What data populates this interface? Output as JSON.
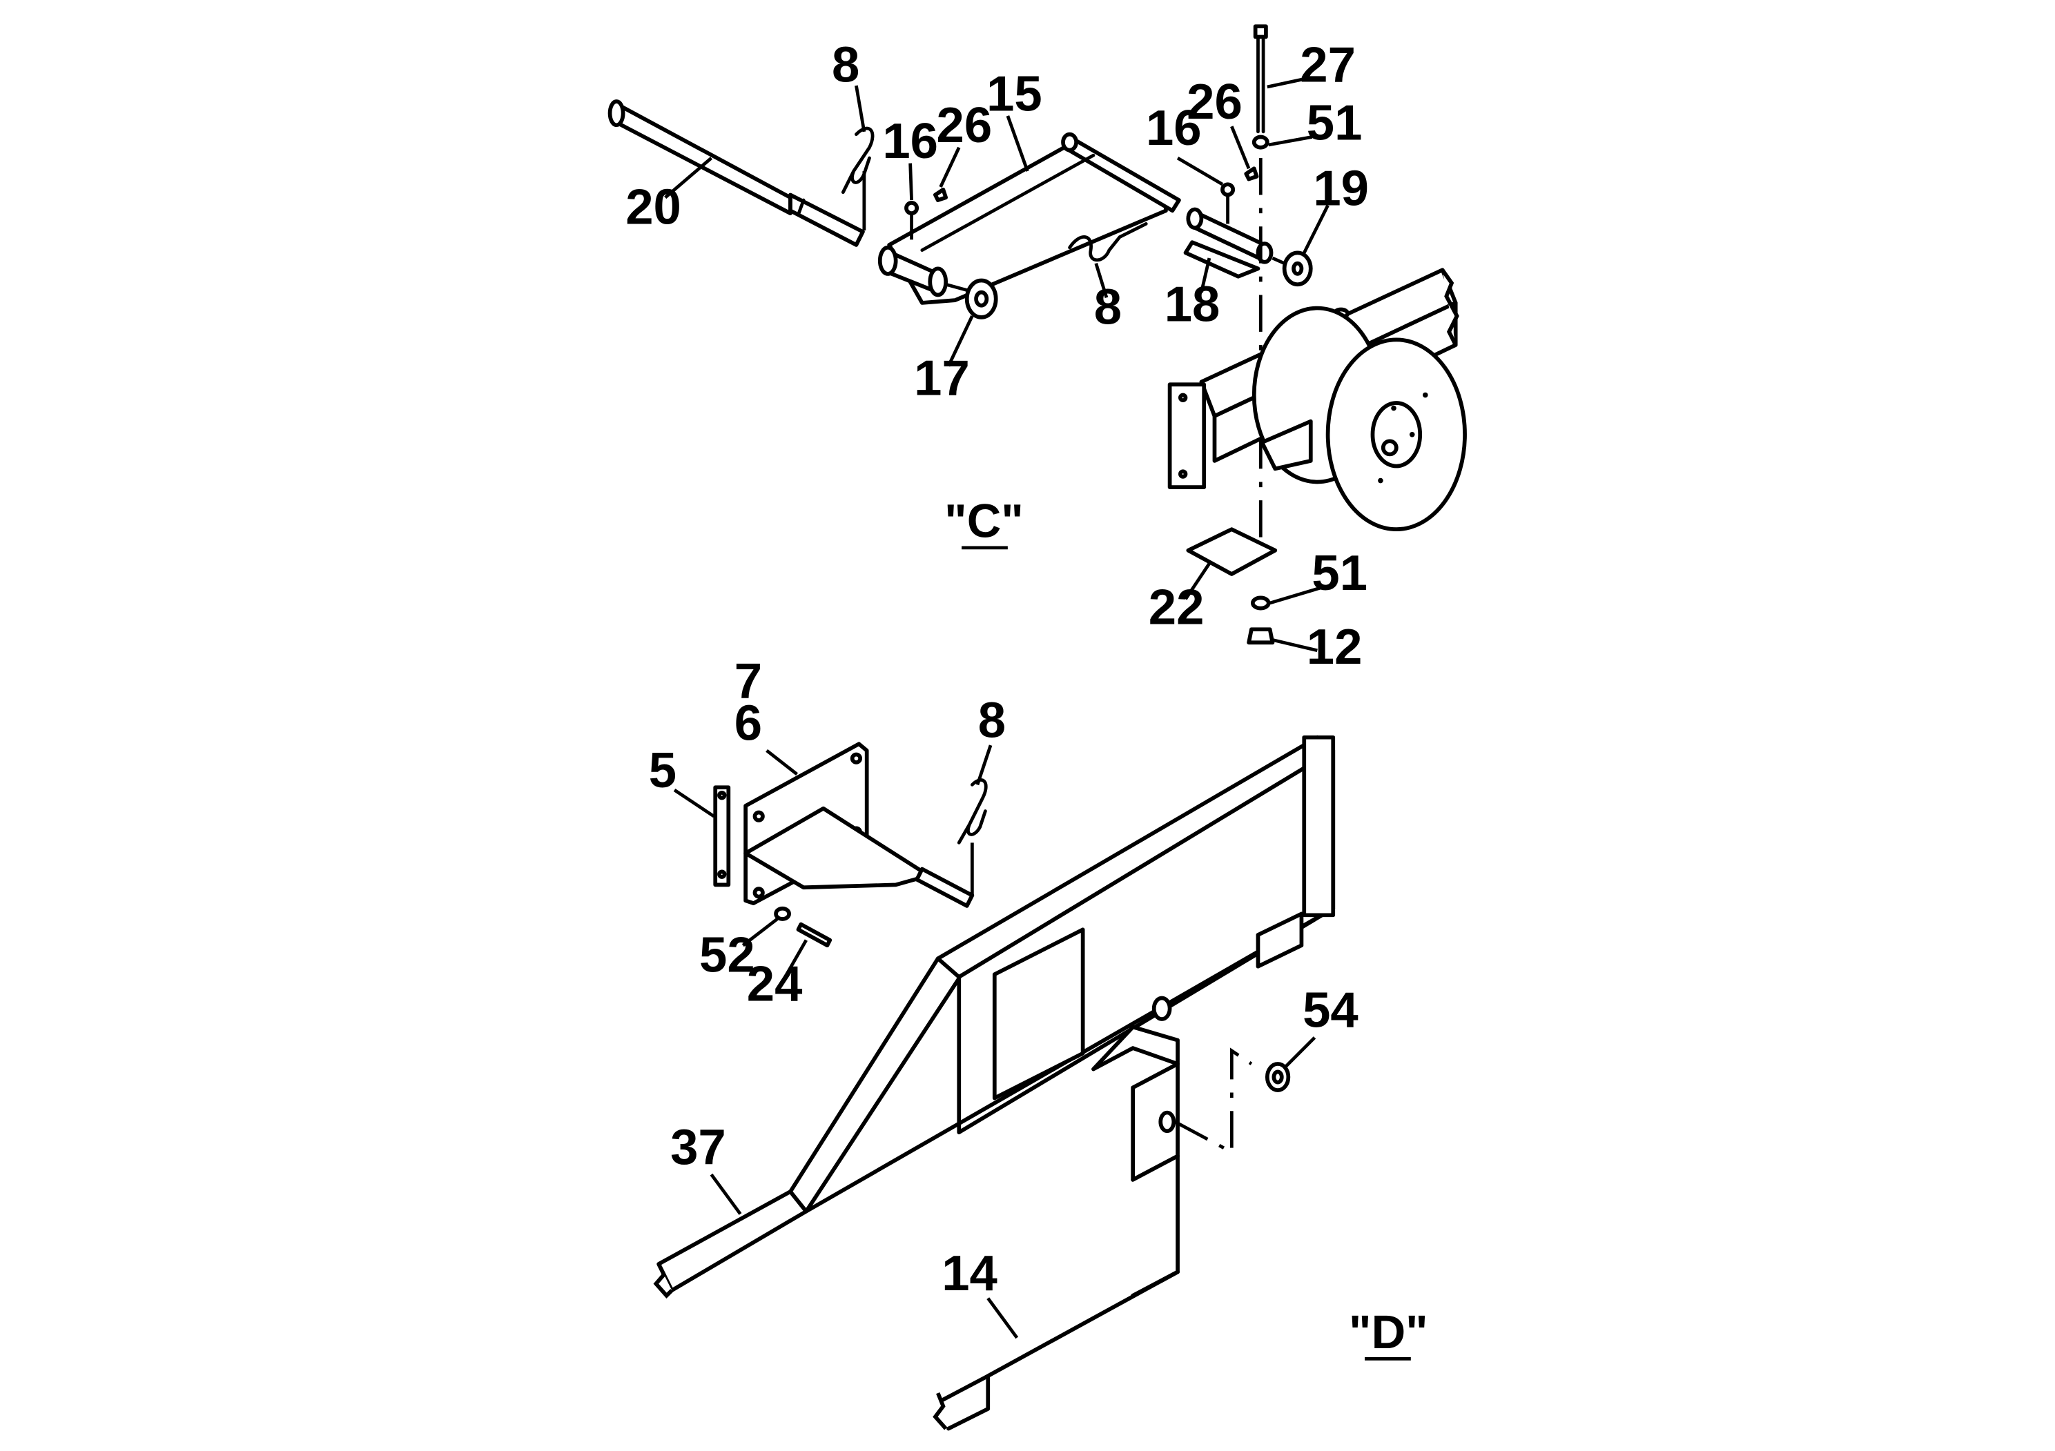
{
  "views": [
    {
      "caption": "\"C\"",
      "callouts": [
        {
          "num": "8"
        },
        {
          "num": "15"
        },
        {
          "num": "16"
        },
        {
          "num": "26"
        },
        {
          "num": "20"
        },
        {
          "num": "17"
        },
        {
          "num": "8"
        },
        {
          "num": "16"
        },
        {
          "num": "26"
        },
        {
          "num": "18"
        },
        {
          "num": "27"
        },
        {
          "num": "51"
        },
        {
          "num": "19"
        },
        {
          "num": "22"
        },
        {
          "num": "51"
        },
        {
          "num": "12"
        }
      ]
    },
    {
      "caption": "\"D\"",
      "callouts": [
        {
          "num": "7"
        },
        {
          "num": "6"
        },
        {
          "num": "5"
        },
        {
          "num": "8"
        },
        {
          "num": "52"
        },
        {
          "num": "24"
        },
        {
          "num": "54"
        },
        {
          "num": "37"
        },
        {
          "num": "14"
        }
      ]
    }
  ]
}
